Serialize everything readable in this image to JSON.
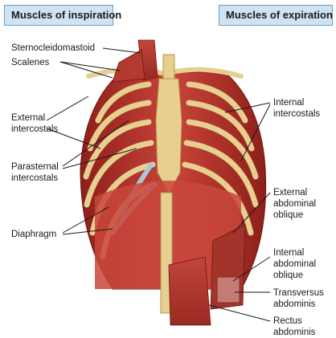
{
  "headers": {
    "inspiration": "Muscles of inspiration",
    "expiration": "Muscles of expiration"
  },
  "labels": {
    "sternocleidomastoid": "Sternocleidomastoid",
    "scalenes": "Scalenes",
    "external_intercostals": "External\nintercostals",
    "parasternal_intercostals": "Parasternal\nintercostals",
    "diaphragm": "Diaphragm",
    "internal_intercostals": "Internal\nintercostals",
    "external_abdominal_oblique": "External\nabdominal\noblique",
    "internal_abdominal_oblique": "Internal\nabdominal\noblique",
    "transversus_abdominis": "Transversus\nabdominis",
    "rectus_abdominis": "Rectus\nabdominis"
  },
  "colors": {
    "header_bg": "#cfe3f3",
    "header_border": "#6a9cc6",
    "muscle": "#b9332b",
    "bone": "#e6cf8f",
    "cartilage": "#a8c8d8"
  }
}
